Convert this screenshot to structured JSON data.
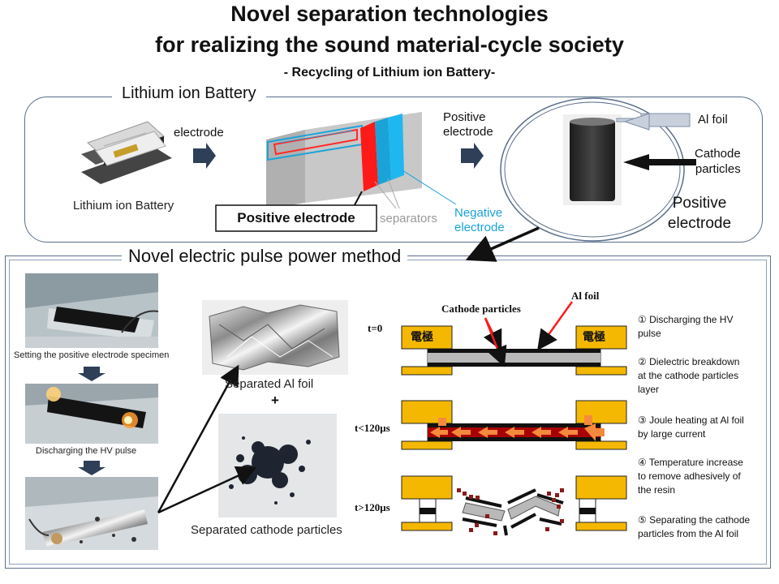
{
  "header": {
    "title_line1": "Novel separation technologies",
    "title_line2": "for realizing the sound material-cycle society",
    "subtitle": "- Recycling of Lithium ion Battery-"
  },
  "battery_section": {
    "label": "Lithium ion Battery",
    "battery_caption": "Lithium ion Battery",
    "arrow1_label": "electrode",
    "positive_box_label": "Positive electrode",
    "separators_label": "separators",
    "negative_label": "Negative\nelectrode",
    "arrow2_label": "Positive\nelectrode",
    "al_foil_label": "Al foil",
    "cathode_label": "Cathode\nparticles",
    "circle_label": "Positive\nelectrode"
  },
  "pulse_section": {
    "label": "Novel electric pulse power method",
    "photo1_caption": "Setting the positive electrode specimen",
    "photo2_caption": "Discharging the HV pulse",
    "separated_al": "Separated Al foil",
    "plus": "+",
    "separated_cathode": "Separated cathode particles",
    "diagram": {
      "cathode_particles": "Cathode particles",
      "al_foil": "Al foil",
      "electrode_jp": "電極",
      "t0": "t=0",
      "t1": "t<120μs",
      "t2": "t>120μs"
    },
    "steps": [
      "① Discharging the HV\npulse",
      "② Dielectric breakdown\nat the cathode particles\nlayer",
      "③ Joule heating at Al foil\nby large current",
      "④ Temperature increase\nto remove adhesively of\nthe resin",
      "⑤ Separating the cathode\nparticles from the Al foil"
    ]
  },
  "colors": {
    "frame": "#5a6f8c",
    "arrow": "#2e3f57",
    "electrode_gold": "#f5b800",
    "red": "#ff1a1a",
    "cyan": "#1aa3d9",
    "orange": "#f58a3c",
    "dark_red": "#a80000"
  }
}
